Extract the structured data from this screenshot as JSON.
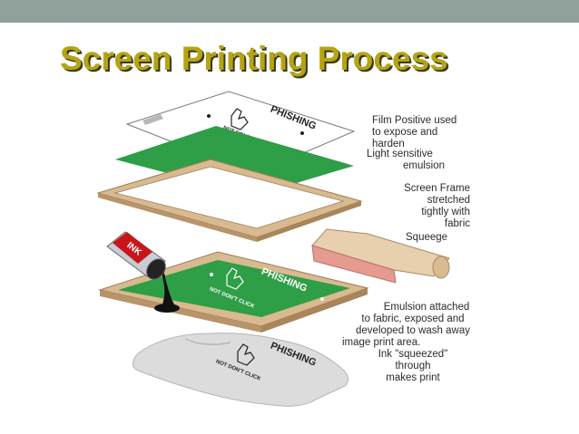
{
  "slide": {
    "title": "Screen Printing Process"
  },
  "artwork": {
    "title": "PHISHING",
    "subtitle": "NOT DON'T CLICK",
    "paint_can_text": "INK"
  },
  "labels": {
    "film_positive": [
      "Film Positive used",
      "to expose and",
      "harden"
    ],
    "light_sensitive": [
      "Light sensitive",
      "emulsion"
    ],
    "screen_frame": [
      "Screen Frame",
      "stretched",
      "tightly with",
      "fabric"
    ],
    "squeegee": [
      "Squeege"
    ],
    "emulsion_attached": [
      "Emulsion attached",
      "to fabric, exposed and",
      "developed to wash away",
      "image print area."
    ],
    "ink_squeezed": [
      "Ink \"squeezed\"",
      "through",
      "makes print"
    ]
  },
  "colors": {
    "title": "#b4a416",
    "top_bar": "#8fa19a",
    "emulsion_green": "#2e9e47",
    "frame_wood": "#d9b98f",
    "squeegee_rubber": "#e59b90",
    "shirt": "#dcdcdc"
  }
}
